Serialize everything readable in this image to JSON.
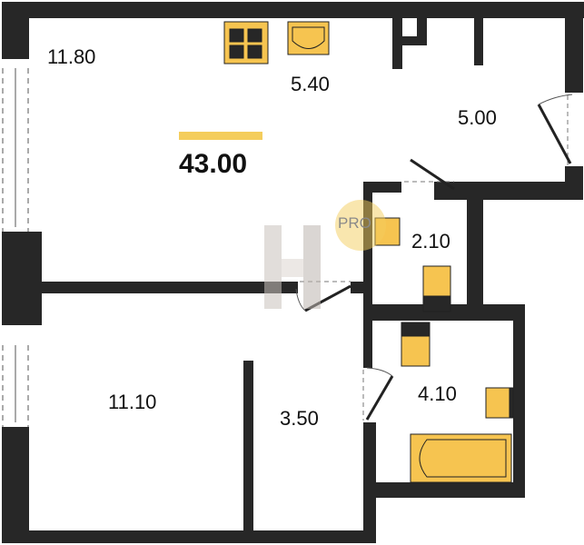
{
  "total_area": "43.00",
  "rooms": {
    "living": "11.80",
    "kitchen": "5.40",
    "hall": "5.00",
    "wc": "2.10",
    "bedroom": "11.10",
    "corridor": "3.50",
    "bathroom": "4.10"
  },
  "watermark": "PRO",
  "colors": {
    "wall": "#272727",
    "fixture": "#f6c450",
    "accent": "#f4cd5c"
  }
}
